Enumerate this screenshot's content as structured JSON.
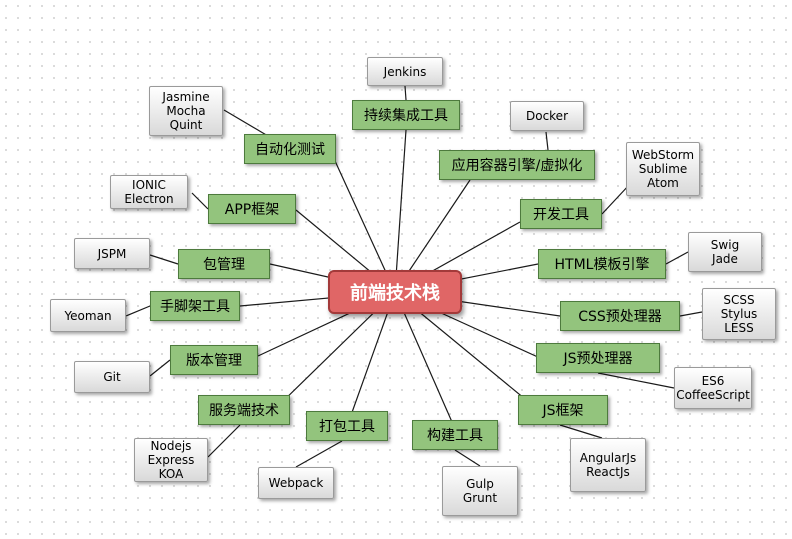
{
  "center": "前端技术栈",
  "categories": {
    "ci": "持续集成工具",
    "autotest": "自动化测试",
    "container": "应用容器引擎/虚拟化",
    "app": "APP框架",
    "devtools": "开发工具",
    "pkg": "包管理",
    "html": "HTML模板引擎",
    "scaffold": "手脚架工具",
    "css": "CSS预处理器",
    "vcs": "版本管理",
    "jspre": "JS预处理器",
    "server": "服务端技术",
    "bundle": "打包工具",
    "build": "构建工具",
    "jsfw": "JS框架"
  },
  "tools": {
    "jenkins": "Jenkins",
    "testing": "Jasmine\nMocha\nQuint",
    "docker": "Docker",
    "hybrid": "IONIC\nElectron",
    "editors": "WebStorm\nSublime\nAtom",
    "jspm": "JSPM",
    "templates": "Swig\nJade",
    "yeoman": "Yeoman",
    "preprocessors": "SCSS\nStylus\nLESS",
    "git": "Git",
    "es": "ES6\nCoffeeScript",
    "node": "Nodejs\nExpress\nKOA",
    "webpack": "Webpack",
    "gulp": "Gulp\nGrunt",
    "frameworks": "AngularJs\nReactJs"
  }
}
